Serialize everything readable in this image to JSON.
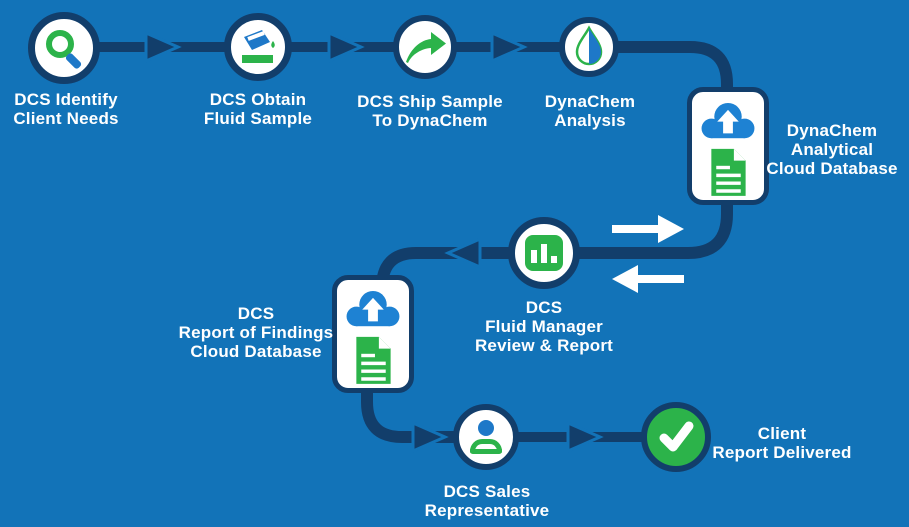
{
  "title": "DCS fluid analysis process flow",
  "colors": {
    "background": "#1273b8",
    "navy": "#123e6b",
    "green": "#2cb34a",
    "cloud_blue": "#1e82d3",
    "icon_blue": "#1e78c8",
    "text": "#ffffff"
  },
  "steps": [
    {
      "name": "identify",
      "icon": "magnifier-icon",
      "lines": [
        "DCS Identify",
        "Client Needs"
      ]
    },
    {
      "name": "obtain",
      "icon": "beaker-pour-icon",
      "lines": [
        "DCS Obtain",
        "Fluid Sample"
      ]
    },
    {
      "name": "ship",
      "icon": "arrow-swoosh-icon",
      "lines": [
        "DCS Ship Sample",
        "To DynaChem"
      ]
    },
    {
      "name": "analysis",
      "icon": "droplet-icon",
      "lines": [
        "DynaChem",
        "Analysis"
      ]
    },
    {
      "name": "dynachem-cloud",
      "icon": "cloud-upload-document-icon",
      "lines": [
        "DynaChem",
        "Analytical",
        "Cloud Database"
      ]
    },
    {
      "name": "fluid-manager",
      "icon": "bar-chart-icon",
      "lines": [
        "DCS",
        "Fluid Manager",
        "Review & Report"
      ]
    },
    {
      "name": "report-cloud",
      "icon": "cloud-upload-document-icon",
      "lines": [
        "DCS",
        "Report of Findings",
        "Cloud Database"
      ]
    },
    {
      "name": "sales-rep",
      "icon": "person-icon",
      "lines": [
        "DCS Sales",
        "Representative"
      ]
    },
    {
      "name": "delivered",
      "icon": "checkmark-icon",
      "lines": [
        "Client",
        "Report Delivered"
      ]
    }
  ]
}
